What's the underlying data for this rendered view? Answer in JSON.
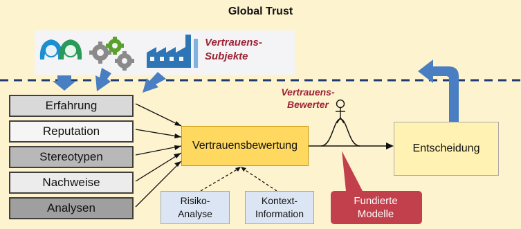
{
  "title": "Global Trust",
  "subjects": {
    "label_line1": "Vertrauens-",
    "label_line2": "Subjekte",
    "icons": [
      "people-icon",
      "gears-icon",
      "factory-icon"
    ]
  },
  "sources": [
    "Erfahrung",
    "Reputation",
    "Stereotypen",
    "Nachweise",
    "Analysen"
  ],
  "evaluation": "Vertrauensbewertung",
  "decision": "Entscheidung",
  "inputs": [
    {
      "line1": "Risiko-",
      "line2": "Analyse"
    },
    {
      "line1": "Kontext-",
      "line2": "Information"
    }
  ],
  "evaluator": {
    "line1": "Vertrauens-",
    "line2": "Bewerter"
  },
  "models": {
    "line1": "Fundierte",
    "line2": "Modelle"
  },
  "colors": {
    "background": "#fdf3cf",
    "accent_red": "#9b2335",
    "arrow_blue": "#4a7ec2",
    "dashed_line": "#1f3a6e",
    "evaluation_fill": "#ffd860",
    "models_fill": "#c2404b"
  }
}
